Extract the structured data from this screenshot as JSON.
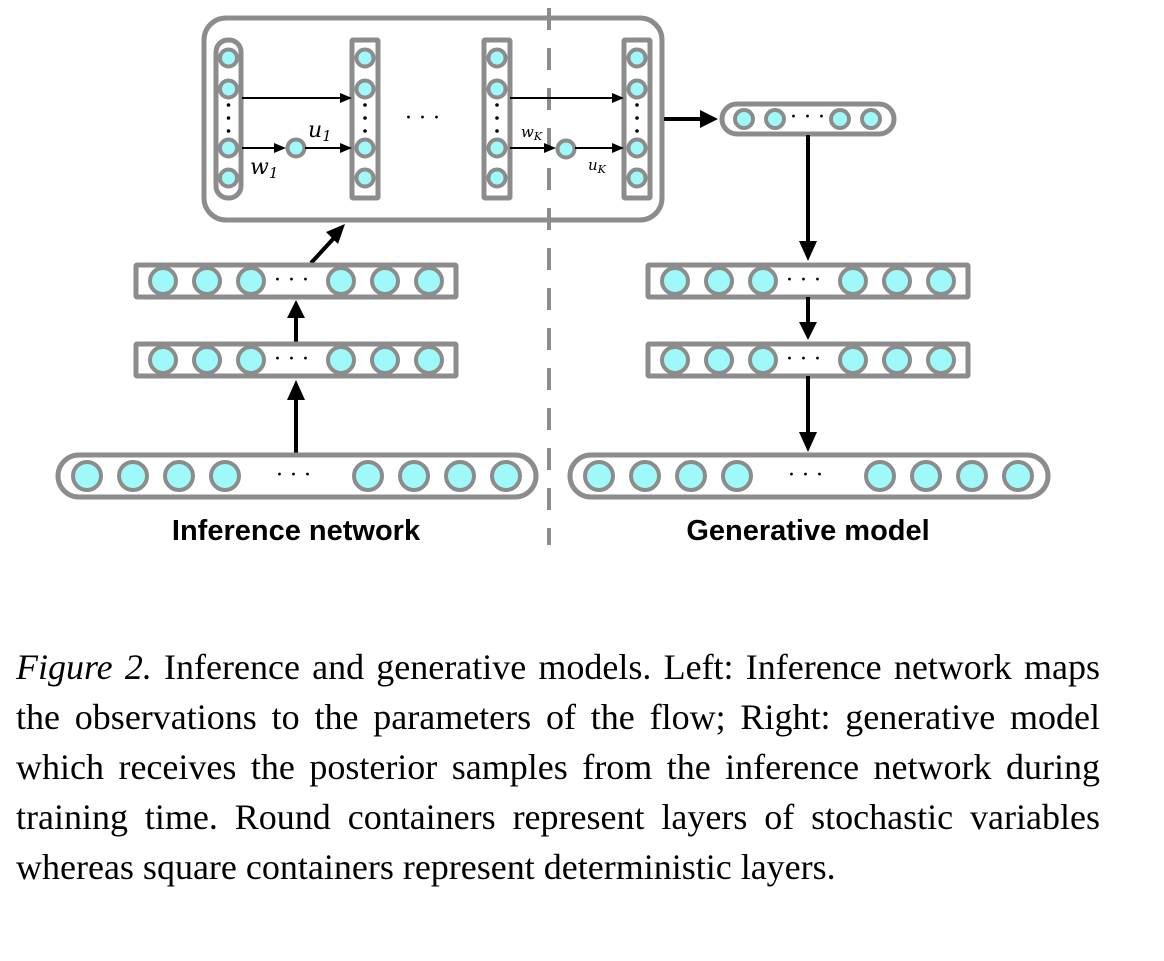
{
  "diagram": {
    "left_label": "Inference network",
    "right_label": "Generative model",
    "ellipsis": "· · ·",
    "flow_labels": {
      "w1": "w",
      "w1_sub": "1",
      "u1": "u",
      "u1_sub": "1",
      "wK": "w",
      "wK_sub": "K",
      "uK": "u",
      "uK_sub": "K"
    }
  },
  "caption": {
    "figure_label": "Figure 2.",
    "text": "Inference and generative models. Left: Inference network maps the observations to the parameters of the flow; Right: generative model which receives the posterior samples from the inference network during training time. Round containers represent layers of stochastic variables whereas square containers represent deterministic layers."
  },
  "colors": {
    "node_fill": "#9ff9f8",
    "container_stroke": "#8c8c8c"
  }
}
